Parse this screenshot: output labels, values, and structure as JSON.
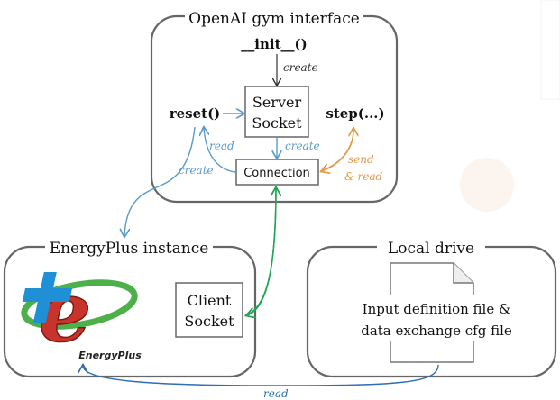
{
  "diagram": {
    "gym_box": {
      "title": "OpenAI gym interface",
      "init": "__init__()",
      "reset": "reset()",
      "step": "step(...)",
      "server_socket": [
        "Server",
        "Socket"
      ],
      "connection": "Connection"
    },
    "eplus_box": {
      "title": "EnergyPlus instance",
      "client_socket": [
        "Client",
        "Socket"
      ],
      "logo_text": "EnergyPlus"
    },
    "drive_box": {
      "title": "Local drive",
      "file_text": [
        "Input definition file &",
        "data exchange cfg file"
      ]
    },
    "edge_labels": {
      "create_init": "create",
      "create_server": "create",
      "read_reset": "read",
      "create_eplus": "create",
      "send_read": [
        "send",
        "& read"
      ],
      "read_drive": "read"
    },
    "colors": {
      "box_border": "#666666",
      "blue_edge": "#5b9bc8",
      "green_edge": "#22a455",
      "orange_edge": "#e29a4a",
      "dark_blue_edge": "#2d6fb0",
      "logo_red": "#c8332b",
      "logo_blue": "#1f8fd6",
      "logo_green": "#4db04a"
    }
  }
}
